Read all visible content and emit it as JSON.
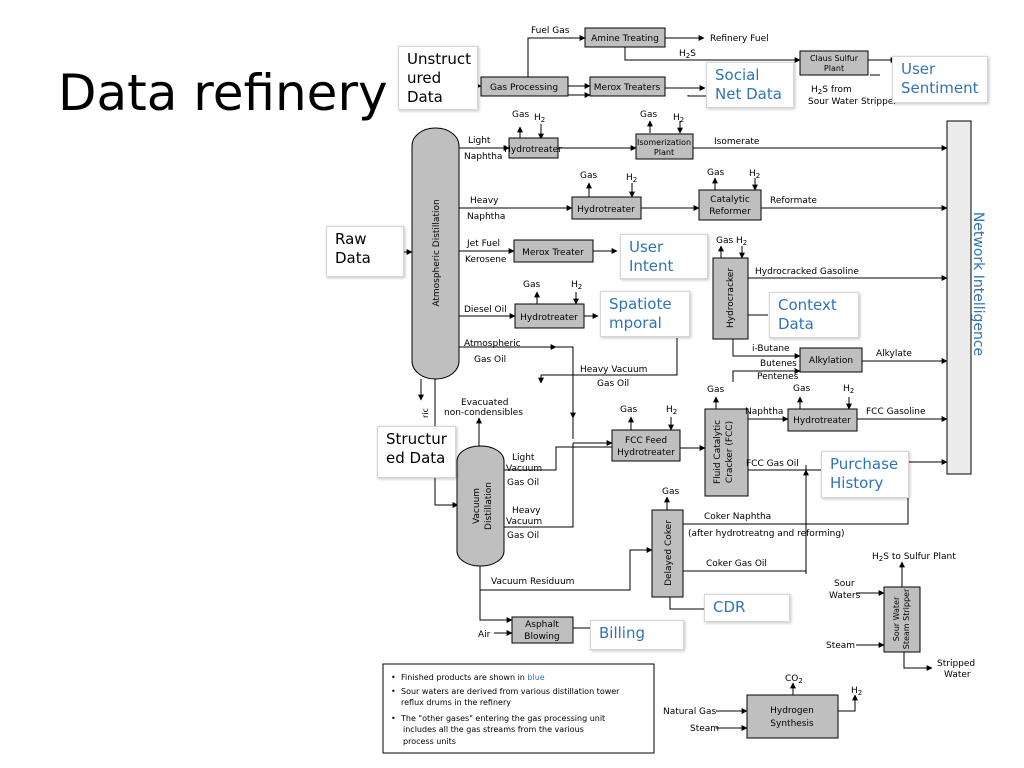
{
  "title": "Data refinery",
  "units": {
    "amine": "Amine Treating",
    "gas_processing": "Gas Processing",
    "merox_treaters": "Merox Treaters",
    "claus": "Claus Sulfur Plant",
    "hydrotreater": "Hydrotreater",
    "isomerization": "Isomerization Plant",
    "catalytic_reformer": "Catalytic Reformer",
    "merox_treater": "Merox Treater",
    "hydrocracker": "Hydrocracker",
    "alkylation": "Alkylation",
    "fcc_feed": "FCC Feed Hydrotreater",
    "fcc": "Fluid Catalytic Cracker (FCC)",
    "delayed_coker": "Delayed Coker",
    "asphalt": "Asphalt Blowing",
    "sour_water": "Sour Water Steam Stripper",
    "hydrogen": "Hydrogen Synthesis",
    "atm_distillation": "Atmospheric Distillation",
    "vac_distillation": "Vacuum Distillation"
  },
  "streams": {
    "fuel_gas": "Fuel Gas",
    "refinery_fuel": "Refinery Fuel",
    "h2s": "H2S",
    "h2s_from": "H2S from",
    "sour_water_stripper": "Sour Water Stripper",
    "gas": "Gas",
    "h2": "H2",
    "light_naphtha": "Light\nNaphtha",
    "isomerate": "Isomerate",
    "heavy_naphtha": "Heavy\nNaphtha",
    "reformate": "Reformate",
    "jet_fuel": "Jet Fuel\nKerosene",
    "diesel": "Diesel Oil",
    "hydrocracked_gasoline": "Hydrocracked Gasoline",
    "atm_gas_oil": "Atmospheric\nGas Oil",
    "i_butane": "i-Butane",
    "butenes": "Butenes\nPentenes",
    "alkylate": "Alkylate",
    "heavy_vacuum_gas_oil": "Heavy Vacuum\nGas Oil",
    "evacuated": "Evacuated\nnon-condensibles",
    "naphtha": "Naphtha",
    "fcc_gasoline": "FCC Gasoline",
    "light_vacuum": "Light\nVacuum\nGas Oil",
    "fcc_gas_oil": "FCC Gas Oil",
    "heavy_vacuum": "Heavy\nVacuum\nGas Oil",
    "coker_naphtha": "Coker Naphtha",
    "after_hydrotreating": "(after hydrotreatng and reforming)",
    "coker_gas_oil": "Coker Gas Oil",
    "vacuum_residuum": "Vacuum Residuum",
    "air": "Air",
    "h2s_sulfur": "H2S to Sulfur Plant",
    "sour_waters": "Sour\nWaters",
    "steam": "Steam",
    "stripped_water": "Stripped\nWater",
    "co2": "CO2",
    "natural_gas": "Natural Gas",
    "ric": "ric"
  },
  "callouts": {
    "unstructured": "Unstruct\nured\nData",
    "social": "Social\nNet Data",
    "user_sentiment": "User\nSentiment",
    "raw": "Raw\nData",
    "user_intent": "User\nIntent",
    "spatiotemporal": "Spatiote\nmporal",
    "context": "Context\nData",
    "structured": "Structur\ned Data",
    "purchase": "Purchase\nHistory",
    "cdr": "CDR",
    "billing": "Billing",
    "network": "Network Intelligence"
  },
  "legend": {
    "line1_prefix": "Finished products are shown in",
    "line1_blue": "blue",
    "line2": "Sour waters are derived from various distillation tower\nreflux drums in the refinery",
    "line3": "The \"other gases\" entering the gas processing unit\nincludes all the gas streams from the various\nprocess units"
  },
  "colors": {
    "accent": "#2e75b6",
    "unit_fill": "#bfbfbf",
    "line": "#000000"
  }
}
